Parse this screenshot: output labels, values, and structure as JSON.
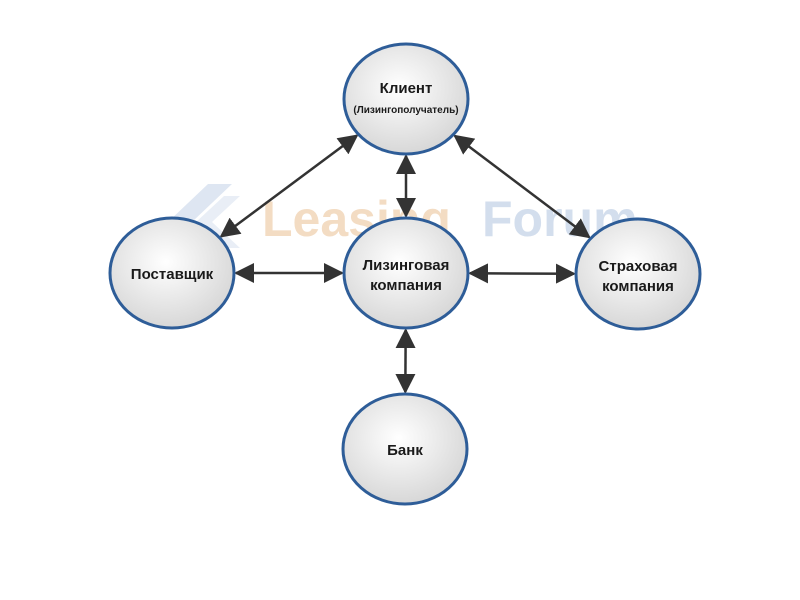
{
  "watermark": {
    "text_a": "Leasing",
    "text_b": "Forum"
  },
  "nodes": {
    "client": {
      "line1": "Клиент",
      "line2": "(Лизингополучатель)"
    },
    "supplier": {
      "line1": "Поставщик"
    },
    "leasing": {
      "line1": "Лизинговая",
      "line2": "компания"
    },
    "insurance": {
      "line1": "Страховая",
      "line2": "компания"
    },
    "bank": {
      "line1": "Банк"
    }
  },
  "edges": [
    {
      "from": "client",
      "to": "supplier",
      "direction": "both"
    },
    {
      "from": "client",
      "to": "leasing",
      "direction": "both"
    },
    {
      "from": "client",
      "to": "insurance",
      "direction": "both"
    },
    {
      "from": "supplier",
      "to": "leasing",
      "direction": "both"
    },
    {
      "from": "leasing",
      "to": "insurance",
      "direction": "both"
    },
    {
      "from": "leasing",
      "to": "bank",
      "direction": "both"
    }
  ],
  "colors": {
    "node_stroke": "#2e5d98",
    "node_fill_center": "#ffffff",
    "node_fill_edge": "#d4d4d4",
    "arrow": "#333333",
    "watermark_a": "#f3dcc3",
    "watermark_b": "#d3deed"
  }
}
